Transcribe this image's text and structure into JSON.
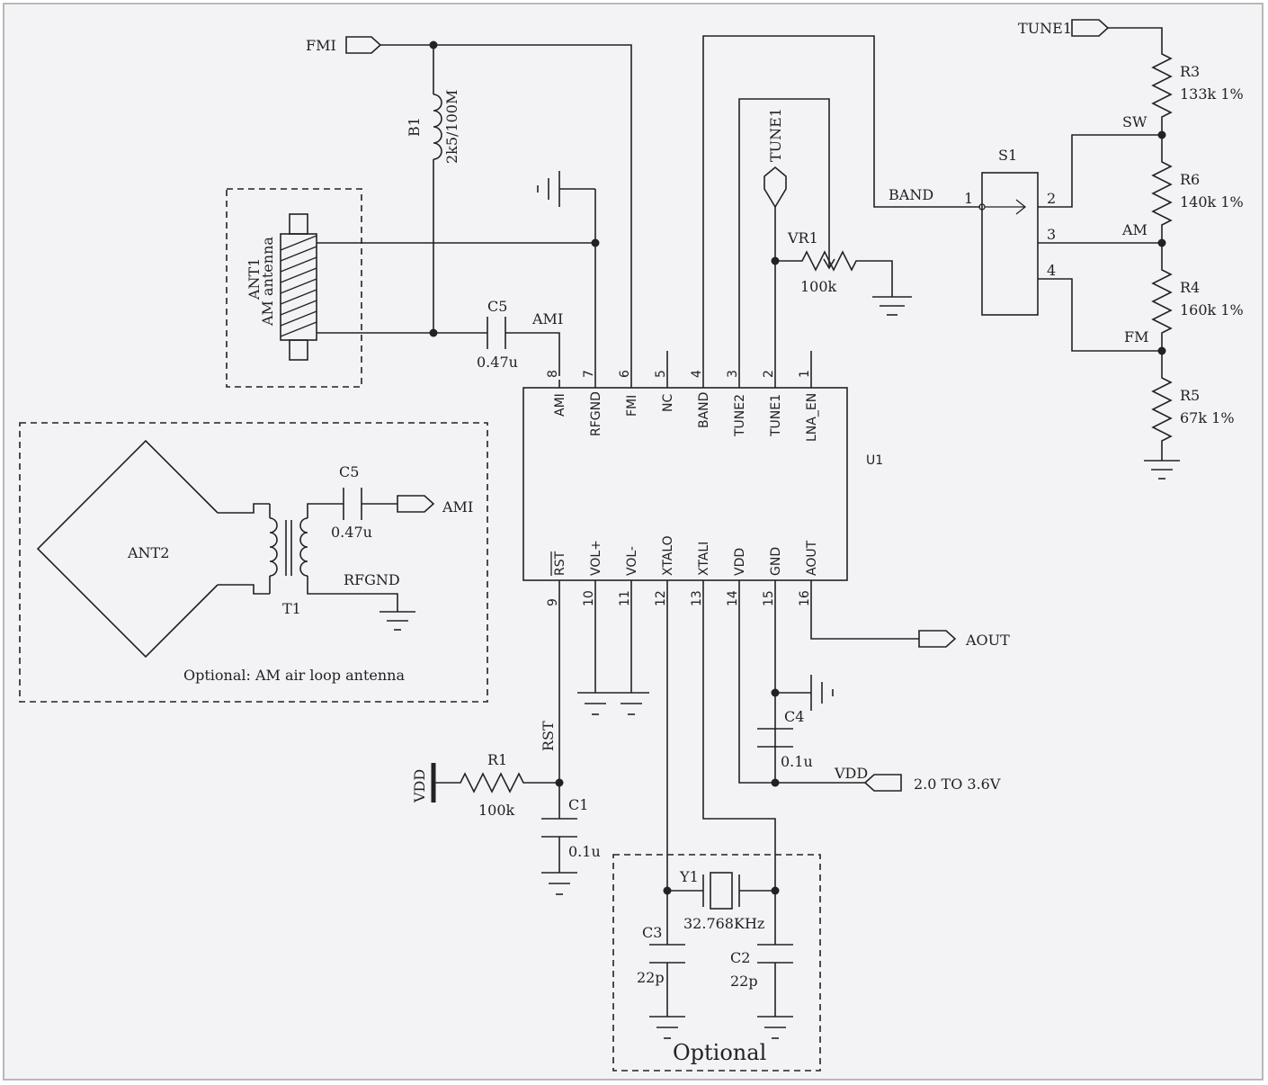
{
  "ic": {
    "ref": "U1",
    "top_pins": [
      {
        "num": "8",
        "name": "AMI"
      },
      {
        "num": "7",
        "name": "RFGND"
      },
      {
        "num": "6",
        "name": "FMI"
      },
      {
        "num": "5",
        "name": "NC"
      },
      {
        "num": "4",
        "name": "BAND"
      },
      {
        "num": "3",
        "name": "TUNE2"
      },
      {
        "num": "2",
        "name": "TUNE1"
      },
      {
        "num": "1",
        "name": "LNA_EN"
      }
    ],
    "bottom_pins": [
      {
        "num": "9",
        "name": "RST"
      },
      {
        "num": "10",
        "name": "VOL+"
      },
      {
        "num": "11",
        "name": "VOL-"
      },
      {
        "num": "12",
        "name": "XTALO"
      },
      {
        "num": "13",
        "name": "XTALI"
      },
      {
        "num": "14",
        "name": "VDD"
      },
      {
        "num": "15",
        "name": "GND"
      },
      {
        "num": "16",
        "name": "AOUT"
      }
    ]
  },
  "components": {
    "b1": {
      "ref": "B1",
      "value": "2k5/100M"
    },
    "ant1": {
      "ref": "ANT1",
      "value": "AM antenna"
    },
    "c5_top": {
      "ref": "C5",
      "value": "0.47u"
    },
    "ami_net": "AMI",
    "fmi_port": "FMI",
    "tune1_port_top": "TUNE1",
    "tune1_port_vr": "TUNE1",
    "vr1": {
      "ref": "VR1",
      "value": "100k"
    },
    "band_net": "BAND",
    "s1": {
      "ref": "S1",
      "pins": [
        "1",
        "2",
        "3",
        "4"
      ]
    },
    "r3": {
      "ref": "R3",
      "value": "133k 1%"
    },
    "r6": {
      "ref": "R6",
      "value": "140k 1%"
    },
    "r4": {
      "ref": "R4",
      "value": "160k 1%"
    },
    "r5": {
      "ref": "R5",
      "value": "67k 1%"
    },
    "sw_net": "SW",
    "am_net": "AM",
    "fm_net": "FM",
    "ant2": {
      "ref": "ANT2"
    },
    "c5_opt": {
      "ref": "C5",
      "value": "0.47u"
    },
    "ami_port2": "AMI",
    "rfgnd_net": "RFGND",
    "t1": {
      "ref": "T1"
    },
    "opt_loop_label": "Optional: AM air loop antenna",
    "aout_port": "AOUT",
    "c4": {
      "ref": "C4",
      "value": "0.1u"
    },
    "vdd_net": "VDD",
    "vdd_range": "2.0 TO 3.6V",
    "rst_net": "RST",
    "r1": {
      "ref": "R1",
      "value": "100k"
    },
    "vdd_left": "VDD",
    "c1": {
      "ref": "C1",
      "value": "0.1u"
    },
    "y1": {
      "ref": "Y1",
      "value": "32.768KHz"
    },
    "c3": {
      "ref": "C3",
      "value": "22p"
    },
    "c2": {
      "ref": "C2",
      "value": "22p"
    },
    "optional_label": "Optional"
  }
}
